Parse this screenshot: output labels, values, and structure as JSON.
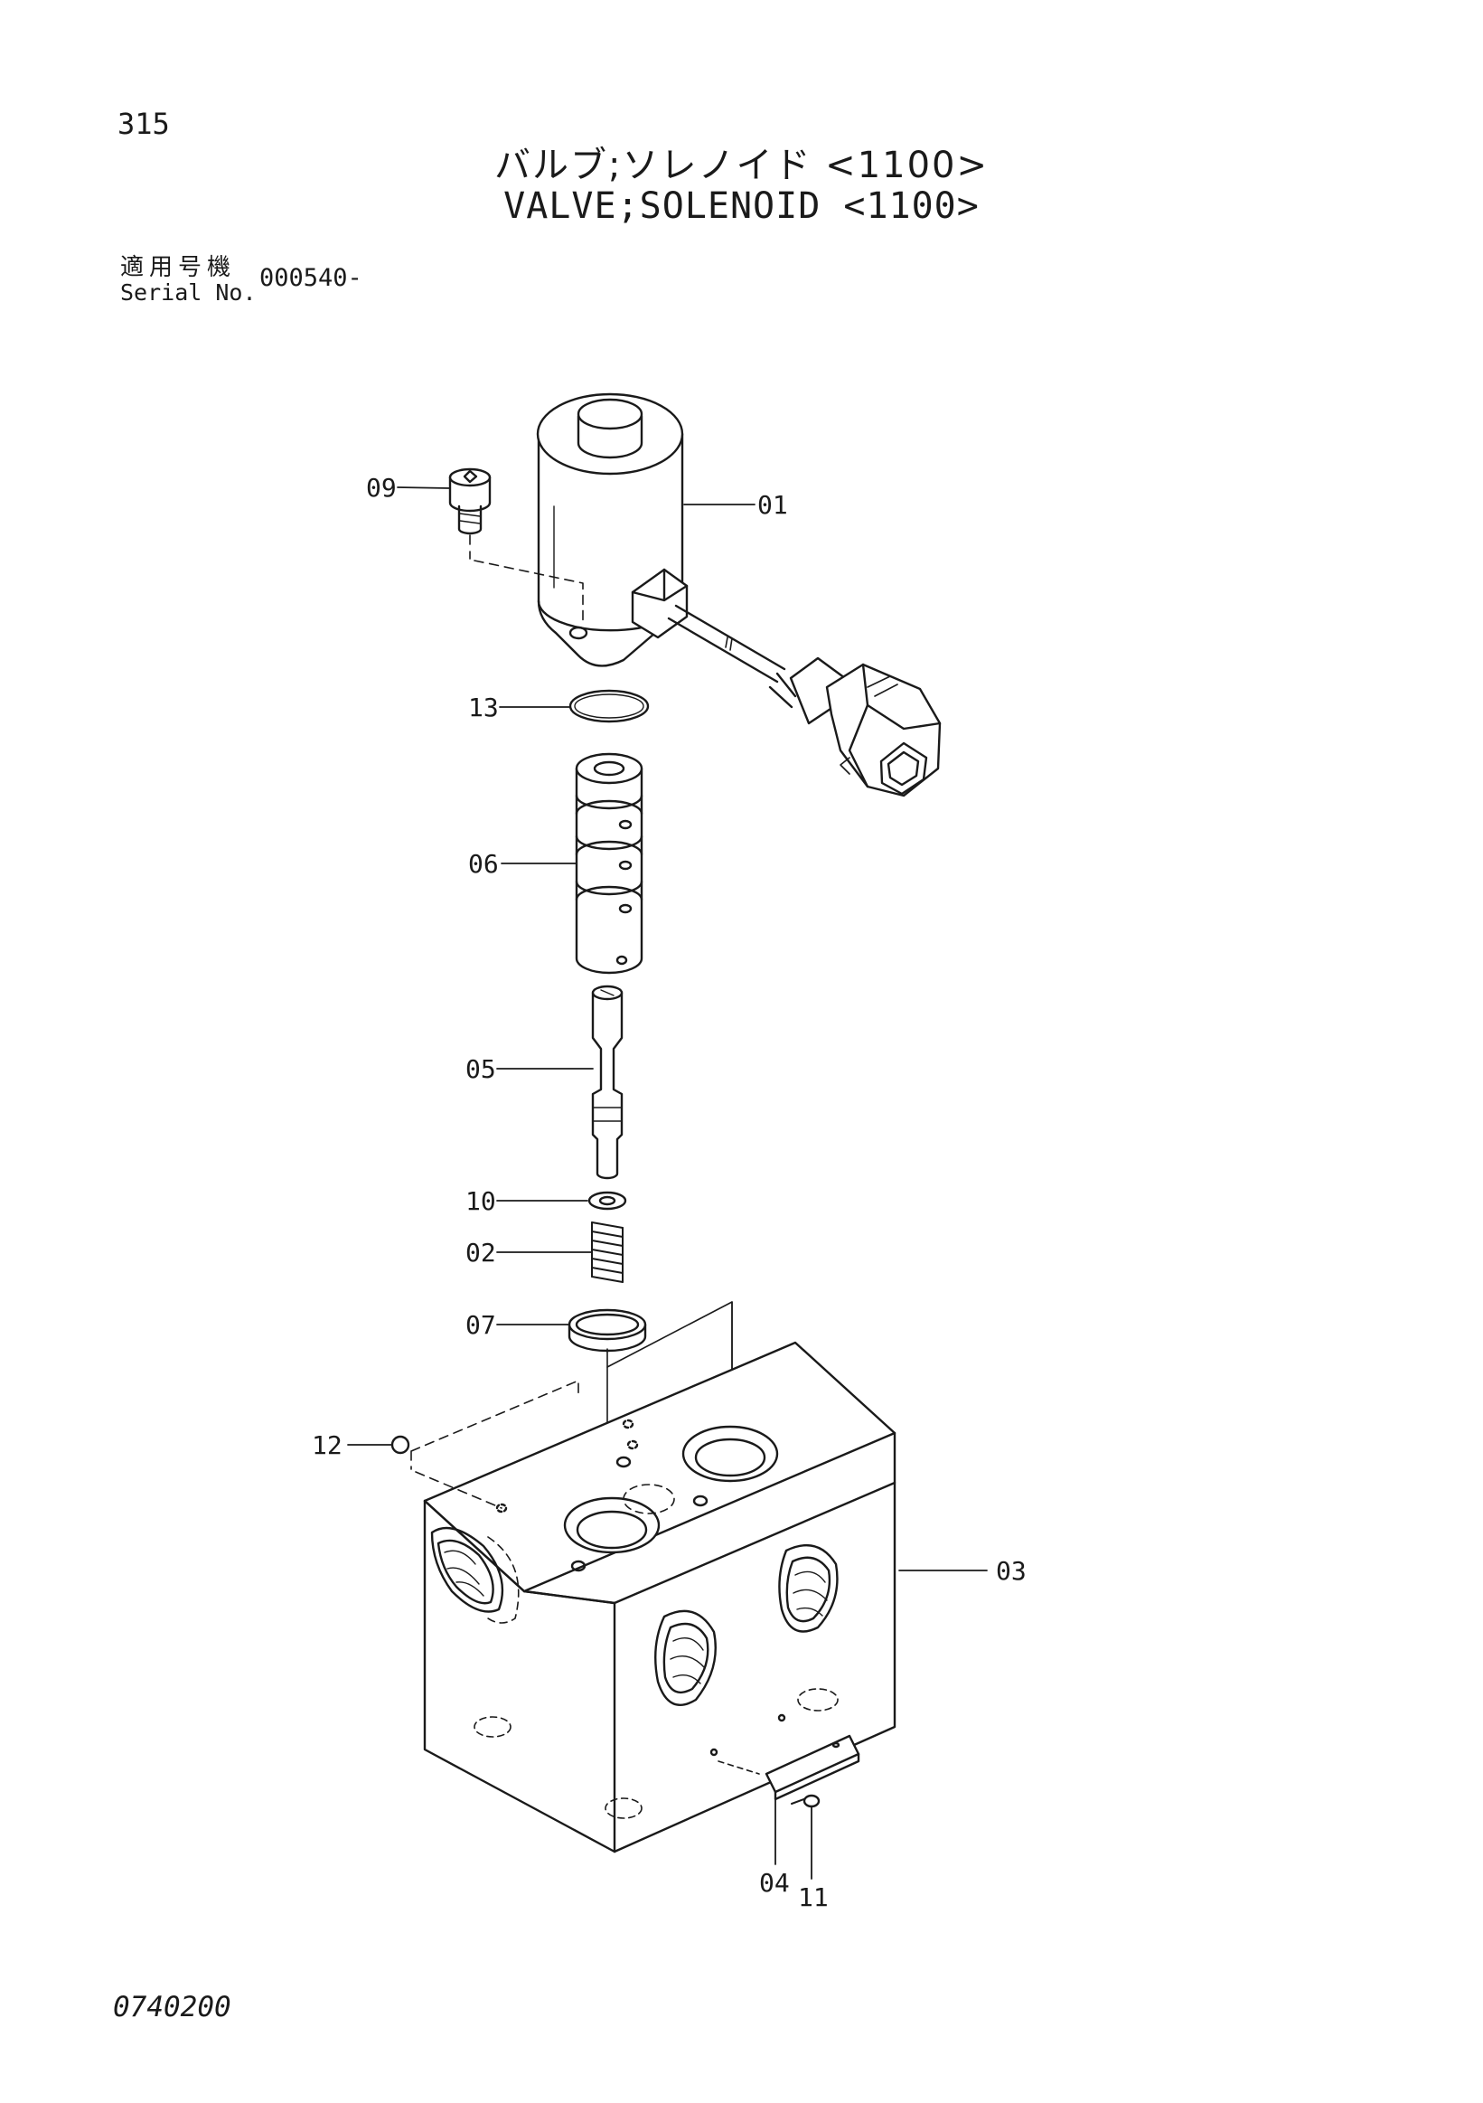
{
  "page": {
    "number": "315",
    "title_jp": "バルブ;ソレノイド <1100>",
    "title_en": "VALVE;SOLENOID <1100>",
    "serial_label_jp": "適用号機",
    "serial_label_en": "Serial No.",
    "serial_value": "000540-",
    "drawing_code": "0740200"
  },
  "callouts": [
    "09",
    "01",
    "13",
    "06",
    "05",
    "10",
    "02",
    "07",
    "12",
    "03",
    "04",
    "11"
  ]
}
